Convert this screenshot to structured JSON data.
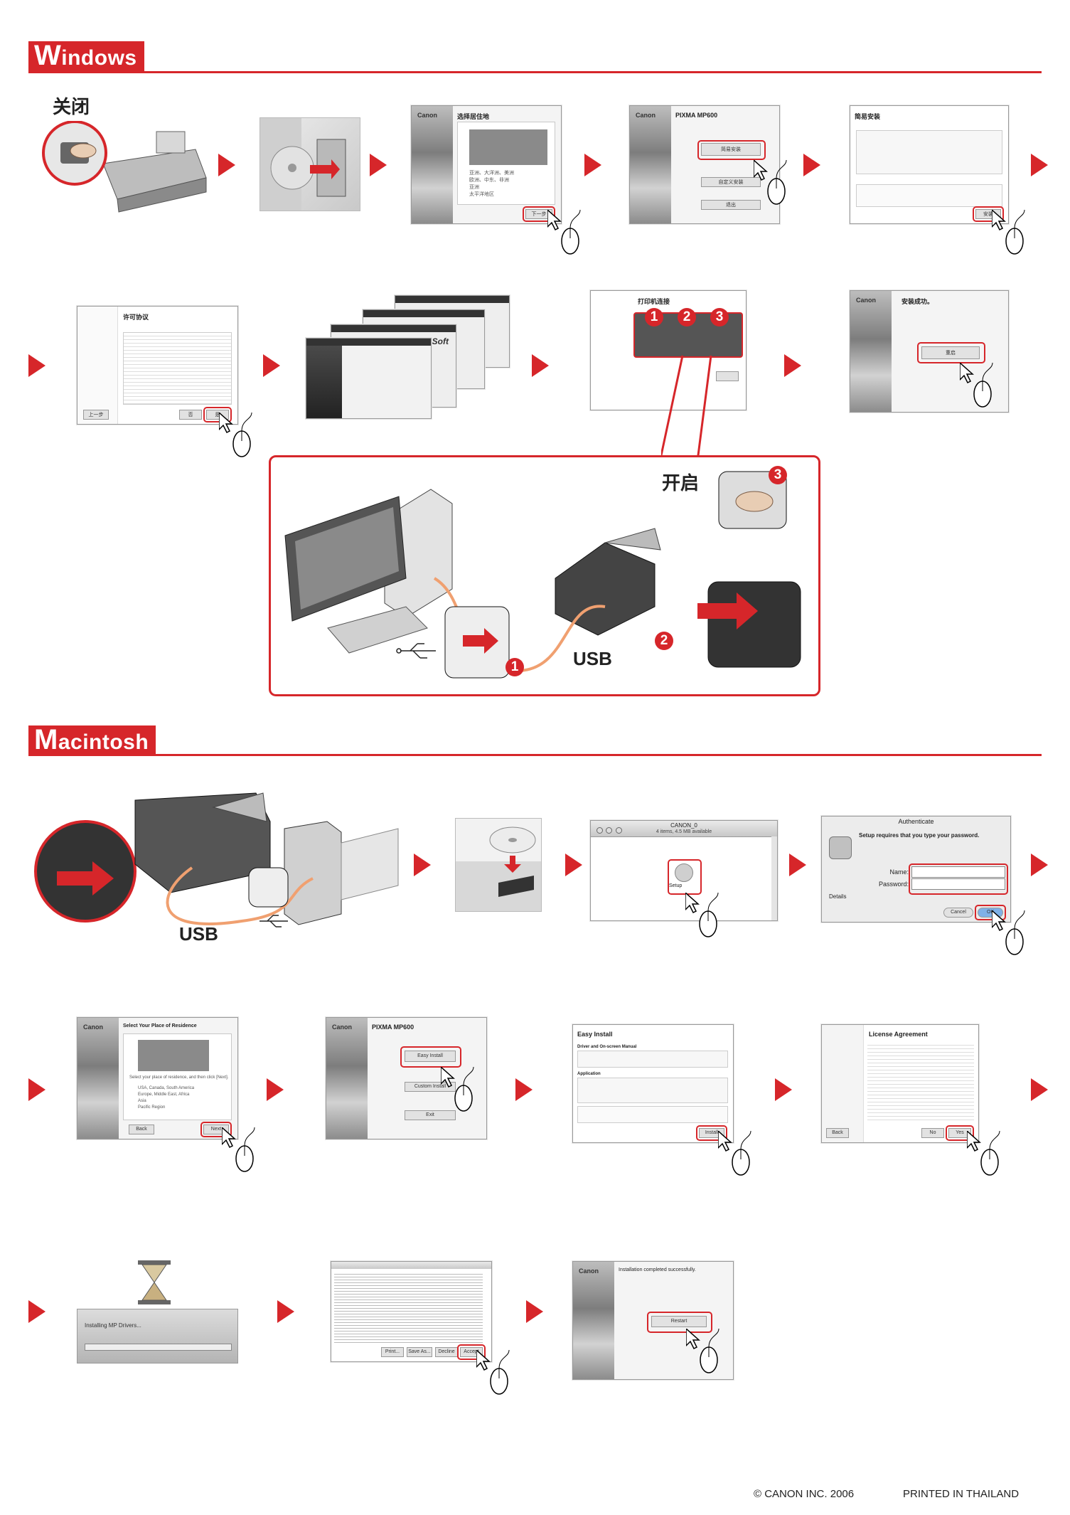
{
  "windows": {
    "badge_first": "W",
    "badge_rest": "indows",
    "power_off": "关闭",
    "power_on": "开启",
    "usb": "USB",
    "step_numbers": [
      "1",
      "2",
      "3"
    ],
    "screens": {
      "region_title": "选择居住地",
      "region_options": [
        "亚洲、大洋洲、美洲",
        "欧洲、中东、非洲",
        "亚洲",
        "太平洋地区"
      ],
      "next_btn": "下一步",
      "canon": "Canon",
      "model": "PIXMA MP600",
      "easy_install": "简易安装",
      "custom_install": "自定义安装",
      "exit_btn": "退出",
      "easy_title": "简易安装",
      "install_btn": "安装",
      "license_title": "许可协议",
      "yes_btn": "是",
      "no_btn": "否",
      "back_btn": "上一步",
      "arcsoft": "ArcSoft",
      "conn_title": "打印机连接",
      "success": "安装成功。",
      "restart_btn": "重启"
    }
  },
  "mac": {
    "badge_first": "M",
    "badge_rest": "acintosh",
    "usb": "USB",
    "finder_title": "CANON_0",
    "finder_info": "4 items, 4.5 MB available",
    "setup_label": "Setup",
    "auth_title": "Authenticate",
    "auth_msg": "Setup requires that you type your password.",
    "name_label": "Name:",
    "password_label": "Password:",
    "details": "Details",
    "cancel_btn": "Cancel",
    "ok_btn": "OK",
    "region_title": "Select Your Place of Residence",
    "region_prompt": "Select your place of residence, and then click [Next].",
    "region_options": [
      "USA, Canada, South America",
      "Europe, Middle East, Africa",
      "Asia",
      "Pacific Region"
    ],
    "back_btn": "Back",
    "next_btn": "Next",
    "canon": "Canon",
    "model": "PIXMA MP600",
    "easy_install": "Easy Install",
    "custom_install": "Custom Install",
    "exit_btn": "Exit",
    "easy_title": "Easy Install",
    "driver_manual": "Driver and On-screen Manual",
    "application": "Application",
    "install_btn": "Install",
    "license_title": "License Agreement",
    "yes_btn": "Yes",
    "no_btn": "No",
    "installing": "Installing MP Drivers...",
    "eula_buttons": [
      "Print...",
      "Save As...",
      "Decline",
      "Accept"
    ],
    "completed": "Installation completed successfully.",
    "restart_btn": "Restart"
  },
  "footer": {
    "copyright": "© CANON INC. 2006",
    "printed": "PRINTED IN THAILAND"
  }
}
